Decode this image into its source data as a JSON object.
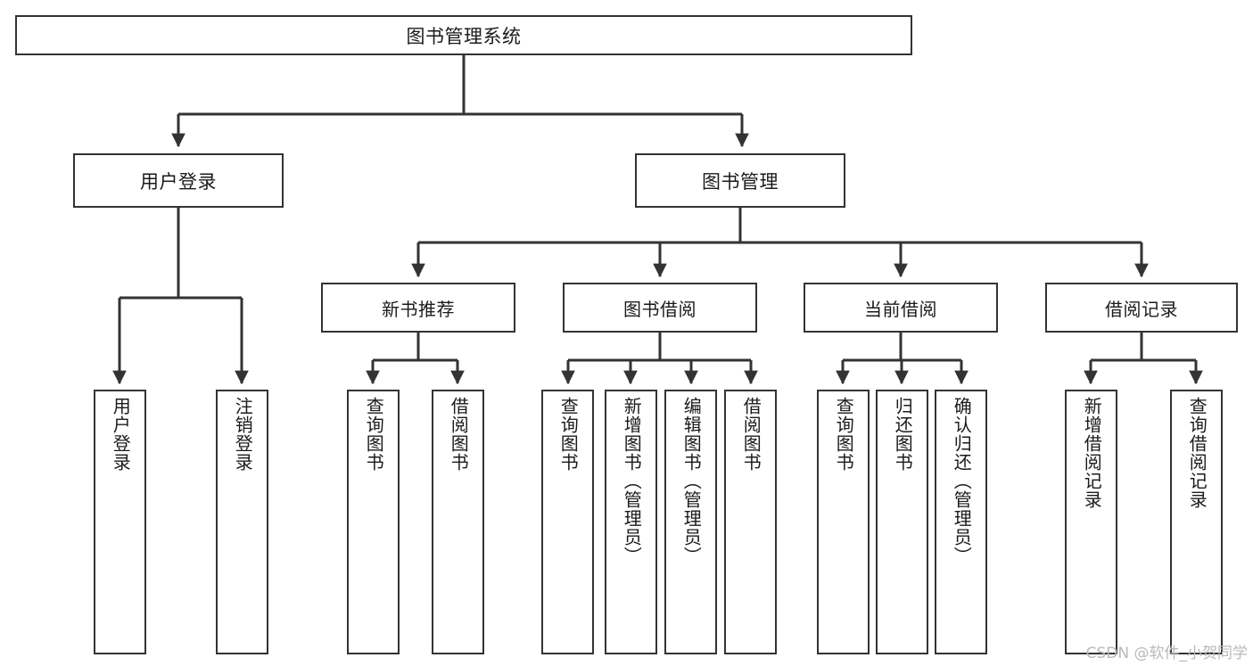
{
  "diagram": {
    "title": "图书管理系统",
    "stroke_color": "#333333",
    "text_color": "#1b1b1b",
    "background_color": "#ffffff",
    "nodes": {
      "root": {
        "label": "图书管理系统"
      },
      "level2": [
        {
          "label": "用户登录"
        },
        {
          "label": "图书管理"
        }
      ],
      "level3": [
        {
          "label": "新书推荐"
        },
        {
          "label": "图书借阅"
        },
        {
          "label": "当前借阅"
        },
        {
          "label": "借阅记录"
        }
      ],
      "leaves": {
        "user_login": [
          {
            "label": "用户登录"
          },
          {
            "label": "注销登录"
          }
        ],
        "new_book_recommend": [
          {
            "label": "查询图书"
          },
          {
            "label": "借阅图书"
          }
        ],
        "book_borrow": [
          {
            "label": "查询图书"
          },
          {
            "label": "新增图书（管理员）"
          },
          {
            "label": "编辑图书（管理员）"
          },
          {
            "label": "借阅图书"
          }
        ],
        "current_borrow": [
          {
            "label": "查询图书"
          },
          {
            "label": "归还图书"
          },
          {
            "label": "确认归还（管理员）"
          }
        ],
        "borrow_record": [
          {
            "label": "新增借阅记录"
          },
          {
            "label": "查询借阅记录"
          }
        ]
      }
    },
    "watermark": "CSDN @软件_小贺同学"
  }
}
